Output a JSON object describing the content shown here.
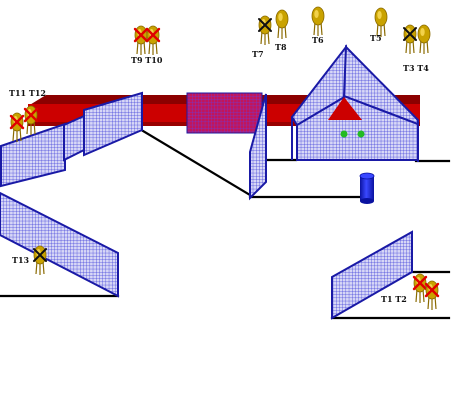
{
  "scene": {
    "background": "#ffffff"
  },
  "colors": {
    "panel_border": "#1a1aa6",
    "panel_fill": "#c8c8f0",
    "mesh": "#3a3ad8",
    "red_wall": "#cc0000",
    "red_wall_dark": "#7a0000",
    "tripod": "#c9a200",
    "tripod_dark": "#8a6a00",
    "x_red": "#e00000",
    "x_black": "#111111",
    "line": "#000000",
    "cylinder": "#1420c8",
    "lamp": "#22bb22"
  },
  "groups": [
    {
      "label": "T9 T10",
      "marks": [
        "red",
        "red"
      ]
    },
    {
      "label": "T7",
      "marks": [
        "black"
      ]
    },
    {
      "label": "T8",
      "marks": [
        null
      ]
    },
    {
      "label": "T6",
      "marks": [
        null
      ]
    },
    {
      "label": "T5",
      "marks": [
        null
      ]
    },
    {
      "label": "T3 T4",
      "marks": [
        "black",
        null
      ]
    },
    {
      "label": "T11 T12",
      "marks": [
        "red",
        "red"
      ]
    },
    {
      "label": "T13",
      "marks": [
        "black"
      ]
    },
    {
      "label": "T1 T2",
      "marks": [
        "red",
        "red"
      ]
    }
  ]
}
